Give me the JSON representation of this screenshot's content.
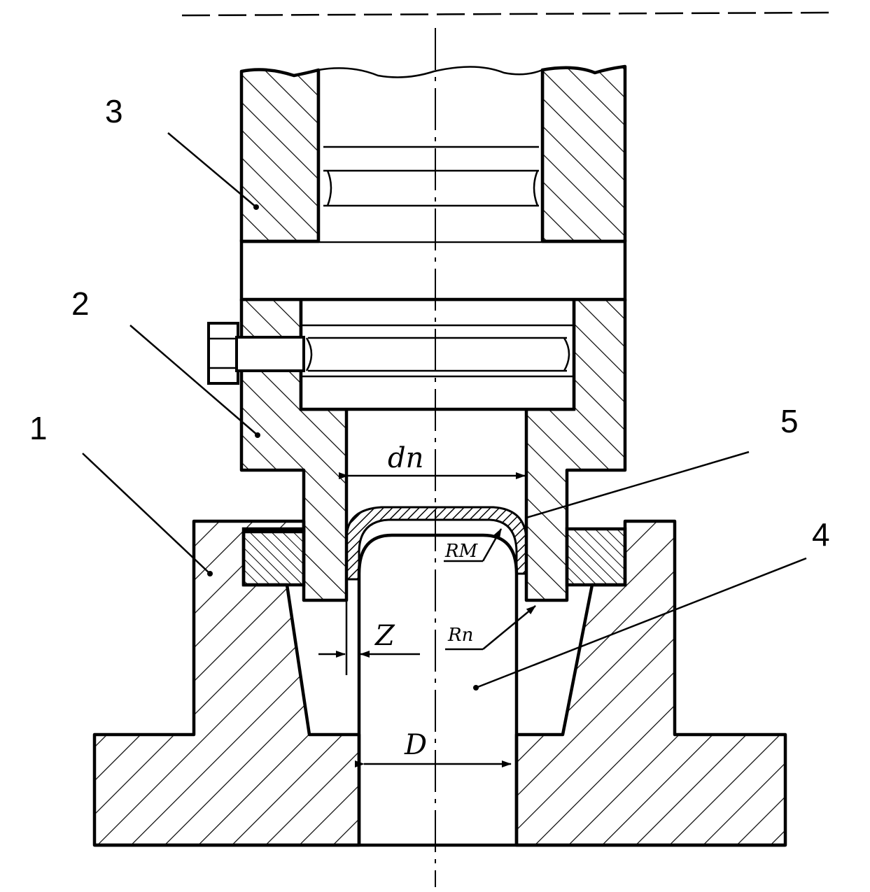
{
  "labels": {
    "part_1": "1",
    "part_2": "2",
    "part_3": "3",
    "part_4": "4",
    "part_5": "5",
    "punch_diameter": "dn",
    "die_diameter": "D",
    "clearance": "Z",
    "die_radius": "RM",
    "punch_radius": "Rn"
  }
}
